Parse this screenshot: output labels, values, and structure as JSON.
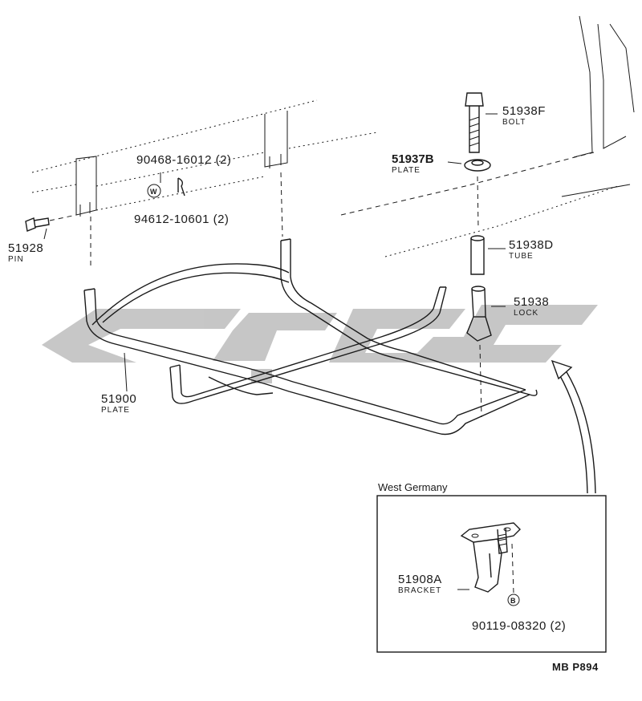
{
  "region_label": "West Germany",
  "diagram_code": "MB P894",
  "watermark_color": "#bdbdbd",
  "line_color": "#1a1a1a",
  "callout_symbols": {
    "w_washer": "W",
    "b_bolt": "B"
  },
  "parts": {
    "p51938F": {
      "number": "51938F",
      "name": "BOLT"
    },
    "p51937B": {
      "number": "51937B",
      "name": "PLATE"
    },
    "p51938D": {
      "number": "51938D",
      "name": "TUBE"
    },
    "p51938": {
      "number": "51938",
      "name": "LOCK"
    },
    "p51900": {
      "number": "51900",
      "name": "PLATE"
    },
    "p51928": {
      "number": "51928",
      "name": "PIN"
    },
    "p90468": {
      "number": "90468-16012 (2)"
    },
    "p94612": {
      "number": "94612-10601 (2)"
    },
    "p51908A": {
      "number": "51908A",
      "name": "BRACKET"
    },
    "p90119": {
      "number": "90119-08320 (2)"
    }
  }
}
